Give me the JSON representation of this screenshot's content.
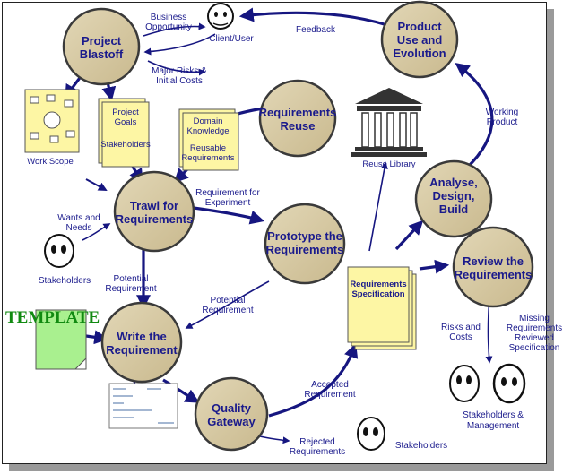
{
  "processes": {
    "blastoff": [
      "Project",
      "Blastoff"
    ],
    "product_use": [
      "Product",
      "Use and",
      "Evolution"
    ],
    "req_reuse": [
      "Requirements",
      "Reuse"
    ],
    "trawl": [
      "Trawl for",
      "Requirements"
    ],
    "prototype": [
      "Prototype the",
      "Requirements"
    ],
    "analyse": [
      "Analyse,",
      "Design,",
      "Build"
    ],
    "review": [
      "Review the",
      "Requirements"
    ],
    "write": [
      "Write the",
      "Requirement"
    ],
    "quality": [
      "Quality",
      "Gateway"
    ]
  },
  "flows": {
    "business_opportunity": [
      "Business",
      "Opportunity"
    ],
    "feedback": [
      "Feedback"
    ],
    "major_risks": [
      "Major Risks &",
      "Initial Costs"
    ],
    "working_product": [
      "Working",
      "Product"
    ],
    "req_for_experiment": [
      "Requirement for",
      "Experiment"
    ],
    "wants_needs": [
      "Wants and",
      "Needs"
    ],
    "potential_req_1": [
      "Potential",
      "Requirement"
    ],
    "potential_req_2": [
      "Potential",
      "Requirement"
    ],
    "risks_costs": [
      "Risks and",
      "Costs"
    ],
    "missing_reviewed": [
      "Missing",
      "Requirements",
      "Reviewed",
      "Specification"
    ],
    "accepted": [
      "Accepted",
      "Requirement"
    ],
    "rejected": [
      "Rejected",
      "Requirements"
    ]
  },
  "documents": {
    "work_scope": [
      "Work Scope"
    ],
    "project_goals": [
      "Project",
      "Goals"
    ],
    "stakeholders_doc": [
      "Stakeholders"
    ],
    "domain_knowledge": [
      "Domain",
      "Knowledge"
    ],
    "reusable_reqs": [
      "Reusable",
      "Requirements"
    ],
    "req_spec": [
      "Requirements",
      "Specification"
    ],
    "reuse_library": [
      "Reuse Library"
    ],
    "template": "TEMPLATE"
  },
  "actors": {
    "client_user": "Client/User",
    "stakeholders_left": "Stakeholders",
    "stakeholders_mgmt": [
      "Stakeholders &",
      "Management"
    ],
    "stakeholders_bottom": "Stakeholders"
  },
  "colors": {
    "process_fill": "#d6c9a4",
    "process_stroke": "#3a3a3a",
    "arrow": "#161680",
    "label": "#1a1a8c",
    "note_fill": "#fdf6a4",
    "template_fill": "#a9f08f"
  }
}
